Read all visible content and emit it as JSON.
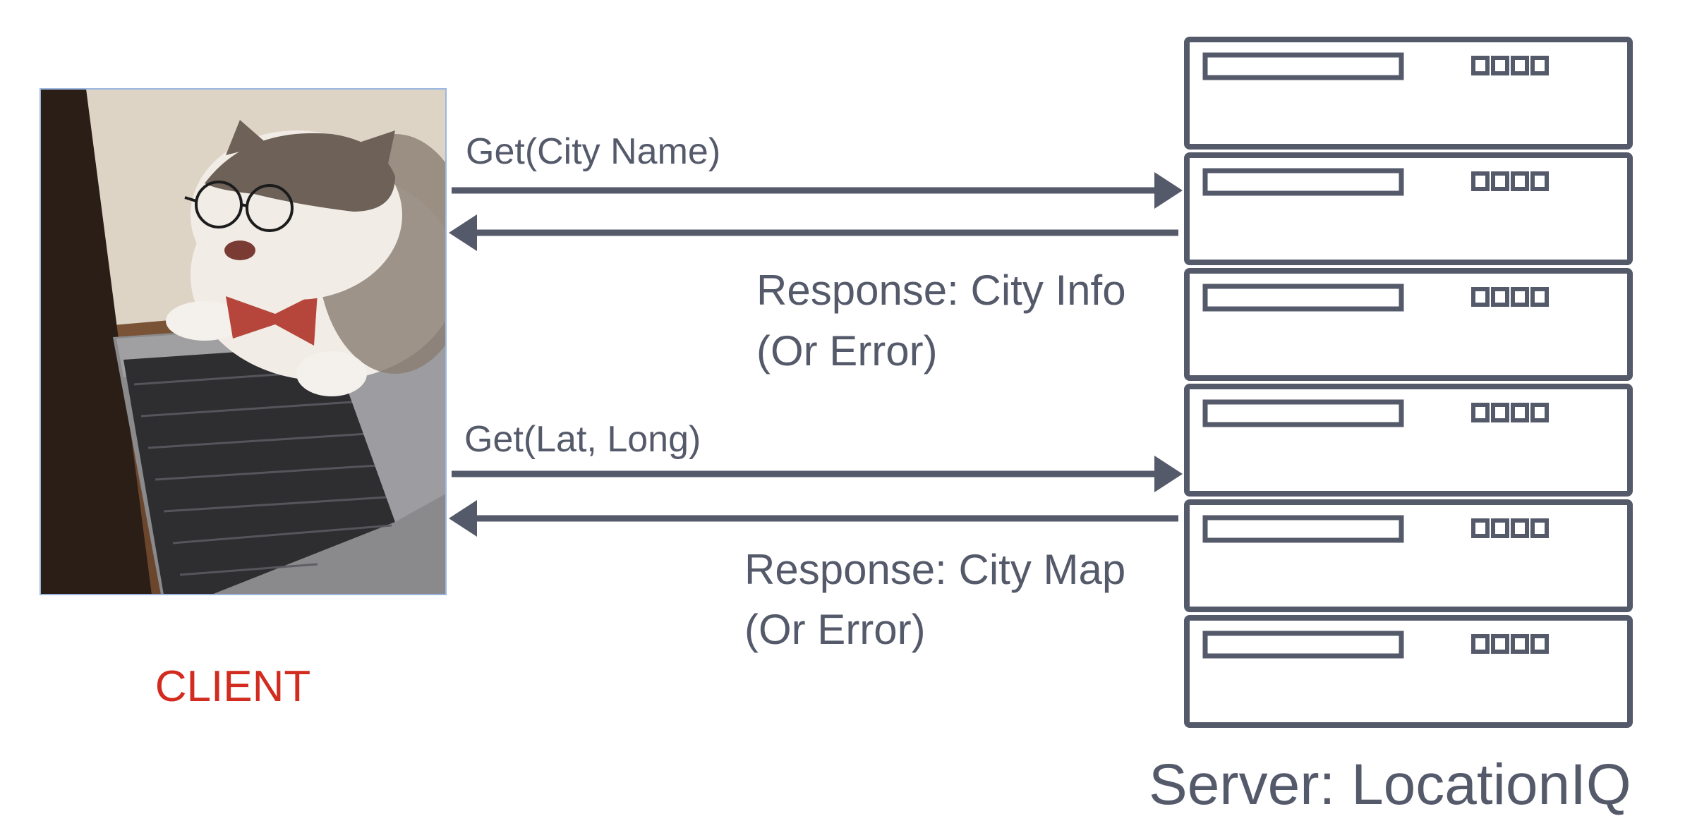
{
  "colors": {
    "background": "#ffffff",
    "stroke": "#555a6b",
    "text": "#555a6b",
    "client_label": "#d22b1f",
    "photo_wall": "#e6ddd2",
    "photo_desk": "#7a5236",
    "laptop_body": "#8a8a8d",
    "laptop_screen": "#2b1e16",
    "keyboard": "#2e2e31",
    "cat_fur_light": "#f1ece6",
    "cat_fur_dark": "#6d6158",
    "bowtie": "#b6463b",
    "photo_border": "#9bb7e0"
  },
  "client": {
    "image_description_icon": "cat-at-laptop-photo",
    "label": "CLIENT"
  },
  "server": {
    "label": "Server: LocationIQ",
    "rack_unit_count": 6,
    "led_count_per_unit": 4
  },
  "requests": [
    {
      "request_label": "Get(City Name)",
      "response_line1": "Response: City Info",
      "response_line2": "(Or Error)"
    },
    {
      "request_label": "Get(Lat, Long)",
      "response_line1": "Response: City Map",
      "response_line2": "(Or Error)"
    }
  ]
}
